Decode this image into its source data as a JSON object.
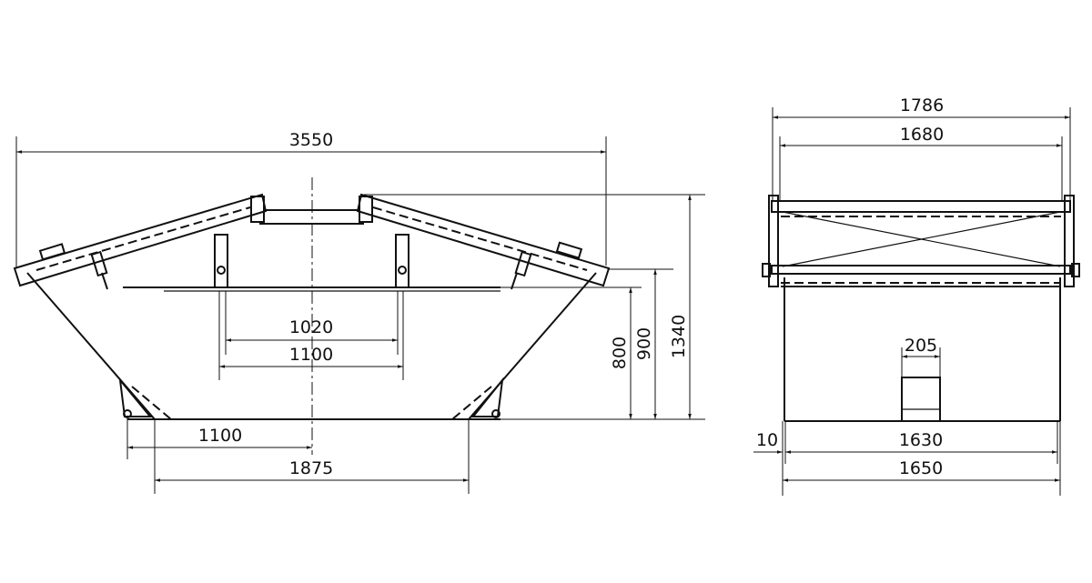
{
  "side_view": {
    "overall_length": "3550",
    "floor_inner": "1020",
    "floor_outer": "1100",
    "pivot_offset": "1100",
    "base_length": "1875",
    "floor_height": "800",
    "rim_height": "900",
    "total_height": "1340"
  },
  "end_view": {
    "overall_width": "1786",
    "lid_width": "1680",
    "skid_width": "205",
    "wall_thickness": "10",
    "inner_width": "1630",
    "body_width": "1650"
  }
}
